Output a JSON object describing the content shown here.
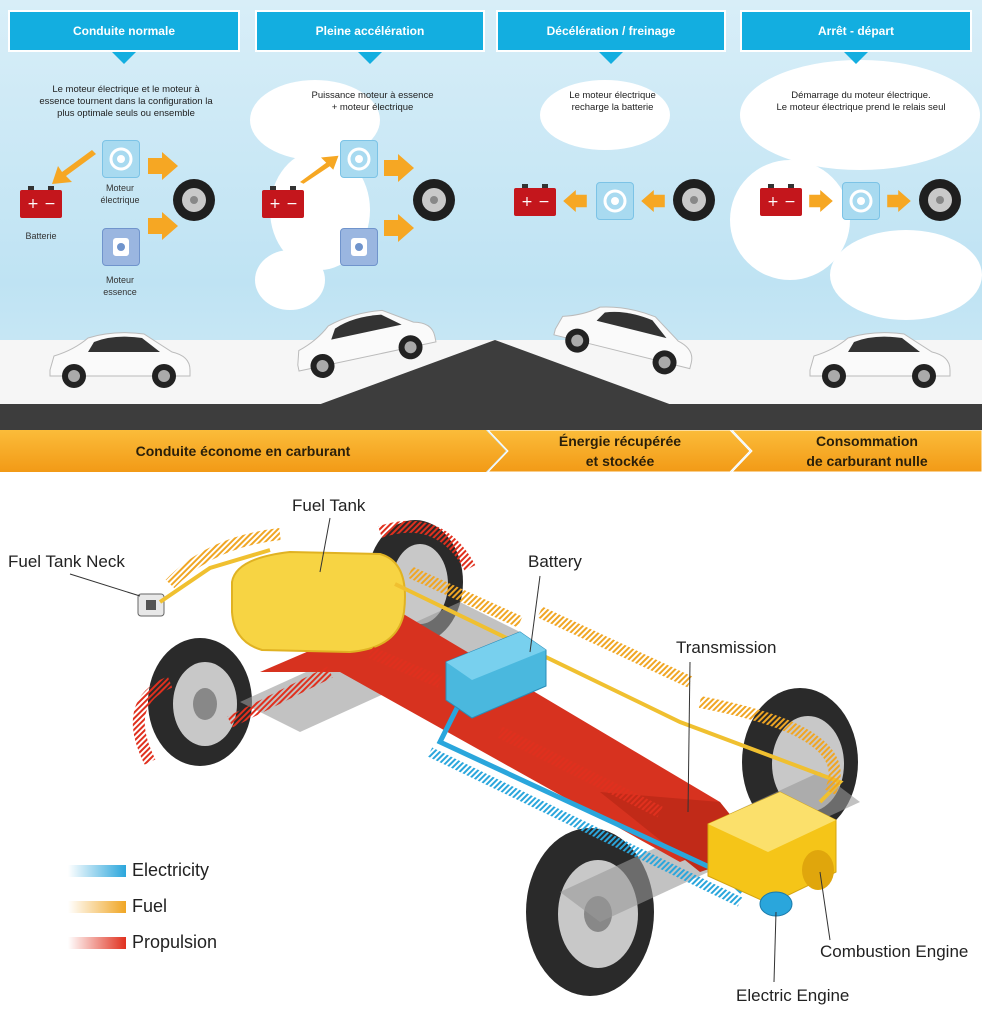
{
  "phases": [
    {
      "title": "Conduite normale",
      "desc": [
        "Le moteur électrique et le moteur à",
        "essence tournent dans la configuration la",
        "plus optimale seuls ou ensemble"
      ]
    },
    {
      "title": "Pleine accélération",
      "desc": [
        "Puissance moteur à essence",
        "+ moteur électrique"
      ]
    },
    {
      "title": "Décélération / freinage",
      "desc": [
        "Le moteur électrique",
        "recharge la batterie"
      ]
    },
    {
      "title": "Arrêt - départ",
      "desc": [
        "Démarrage du moteur électrique.",
        "Le moteur électrique prend le relais seul"
      ]
    }
  ],
  "labels": {
    "batterie": "Batterie",
    "moteur_electrique": [
      "Moteur",
      "électrique"
    ],
    "moteur_essence": [
      "Moteur",
      "essence"
    ]
  },
  "banners": [
    {
      "lines": [
        "Conduite économe en carburant"
      ]
    },
    {
      "lines": [
        "Énergie récupérée",
        "et stockée"
      ]
    },
    {
      "lines": [
        "Consommation",
        "de carburant nulle"
      ]
    }
  ],
  "callouts": {
    "fuel_tank": "Fuel Tank",
    "fuel_tank_neck": "Fuel Tank Neck",
    "battery": "Battery",
    "transmission": "Transmission",
    "combustion_engine": "Combustion Engine",
    "electric_engine": "Electric Engine"
  },
  "legend": [
    {
      "label": "Electricity",
      "color": "#2aa6dc"
    },
    {
      "label": "Fuel",
      "color": "#f0a624"
    },
    {
      "label": "Propulsion",
      "color": "#e0301e"
    }
  ],
  "colors": {
    "header_blue": "#13aee0",
    "banner_orange": "#f7a823",
    "battery_red": "#c4161c",
    "arrow_orange": "#f6a723"
  }
}
